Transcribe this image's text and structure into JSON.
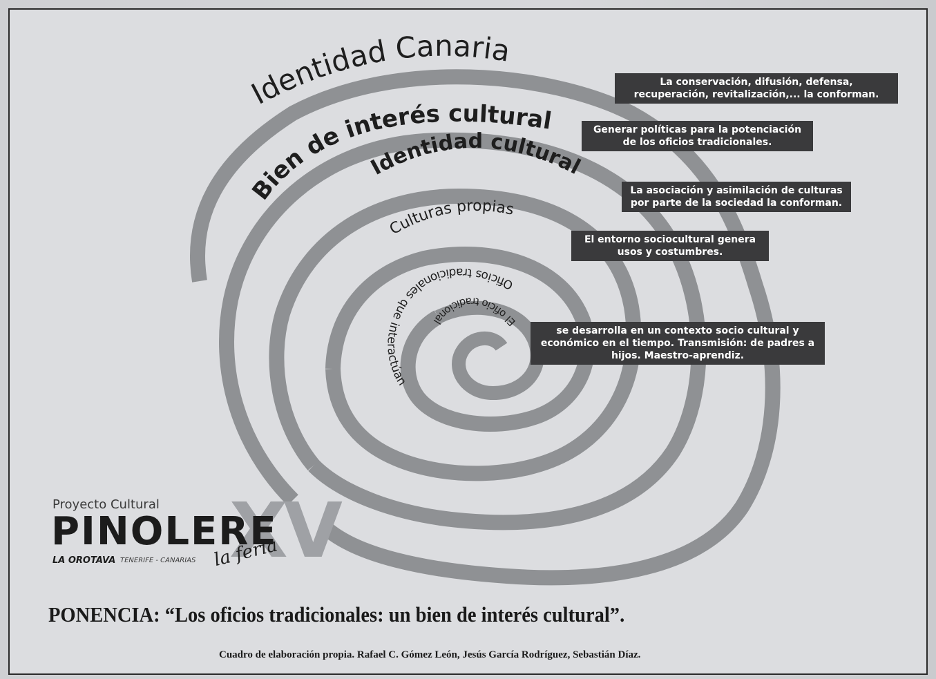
{
  "layers": [
    {
      "label": "Identidad Canaria"
    },
    {
      "label": "Bien de interés cultural"
    },
    {
      "label": "Identidad cultural"
    },
    {
      "label": "Culturas propias"
    },
    {
      "label": "Oficios tradicionales que interactúan"
    },
    {
      "label": "El oficio tradicional"
    }
  ],
  "callouts": [
    "La conservación, difusión, defensa, recuperación, revitalización,... la conforman.",
    "Generar políticas para la potenciación de los oficios tradicionales.",
    "La asociación y asimilación de culturas por parte de la sociedad la conforman.",
    "El entorno sociocultural genera usos y costumbres.",
    "se desarrolla en un contexto socio cultural y económico en el tiempo. Transmisión: de padres a hijos. Maestro-aprendiz."
  ],
  "logo": {
    "project": "Proyecto Cultural",
    "name": "PINOLERE",
    "place": "LA OROTAVA",
    "region": "TENERIFE - CANARIAS",
    "edition": "XV",
    "subtitle": "la feria"
  },
  "ponencia": "PONENCIA: “Los oficios tradicionales: un bien de interés cultural”.",
  "credit": "Cuadro de elaboración propia. Rafael C. Gómez León, Jesús García Rodríguez, Sebastián Díaz.",
  "colors": {
    "spiral": "#8f9194",
    "callout_bg": "#3a3a3c",
    "callout_text": "#ffffff",
    "background": "#dcdde0"
  }
}
